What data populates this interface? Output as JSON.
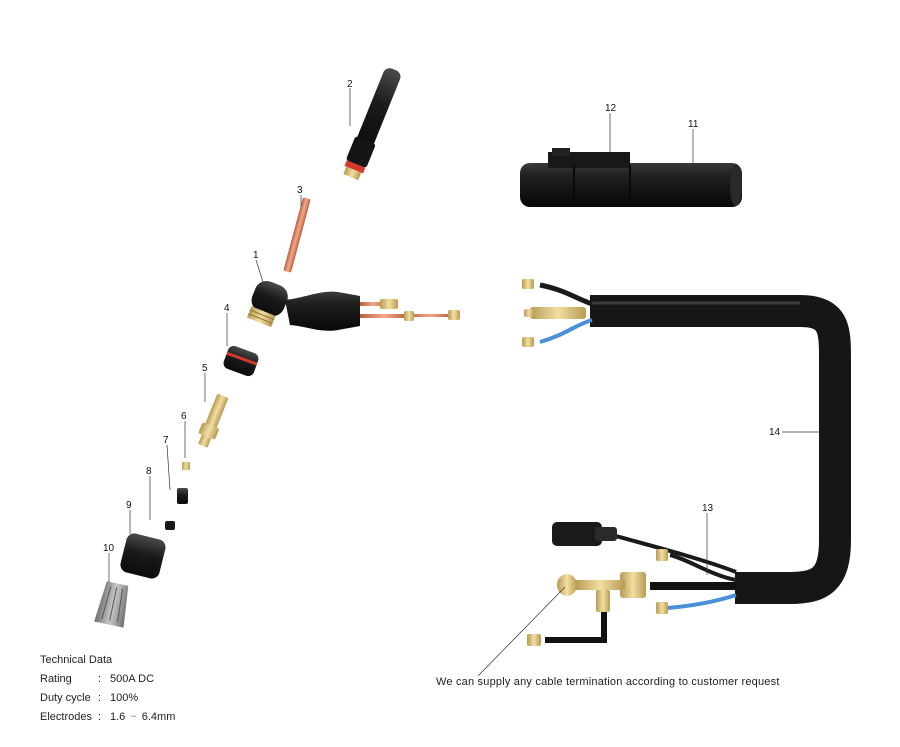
{
  "callouts": [
    "1",
    "2",
    "3",
    "4",
    "5",
    "6",
    "7",
    "8",
    "9",
    "10",
    "11",
    "12",
    "13",
    "14"
  ],
  "tech": {
    "title": "Technical Data",
    "rating_label": "Rating",
    "rating_value": "500A DC",
    "duty_label": "Duty cycle",
    "duty_value": "100%",
    "electrodes_label": "Electrodes",
    "electrodes_min": "1.6",
    "electrodes_sep": "~",
    "electrodes_max": "6.4mm"
  },
  "note": "We can supply any cable termination according to customer request",
  "colors": {
    "rubber": "#1c1c1c",
    "copper": "#d98a6a",
    "brass": "#d9c07a",
    "ceramic": "#9a9a9a",
    "red_oring": "#d43a2a",
    "blue_wire": "#4a90d8"
  }
}
